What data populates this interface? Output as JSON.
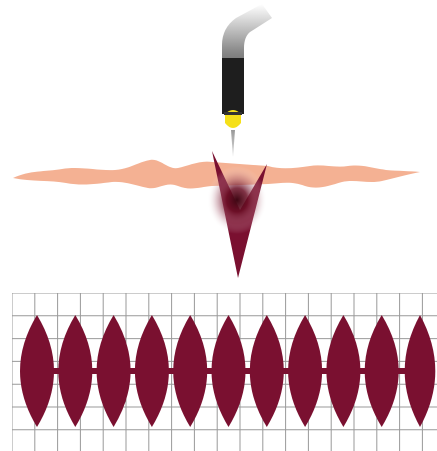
{
  "diagram": {
    "description_labels": [],
    "components": {
      "handpiece_cable": "cable-icon",
      "handpiece_body": "laser-handpiece-icon",
      "emitter": "emitter-light-icon",
      "fiber_tip": "fiber-tip-icon",
      "tissue_strip": "tissue-layer",
      "incision": "v-incision",
      "heat_glow": "thermal-glow",
      "grid": "measurement-grid",
      "lesions": "lens-shaped-lesion-row"
    },
    "lesion_count": 11,
    "colors": {
      "tissue": "#f4b193",
      "incision": "#7a1030",
      "lesion": "#7a1030",
      "emitter": "#f5e01a",
      "handpiece": "#222222",
      "grid": "#999999",
      "glow": "#4a0a18"
    }
  }
}
